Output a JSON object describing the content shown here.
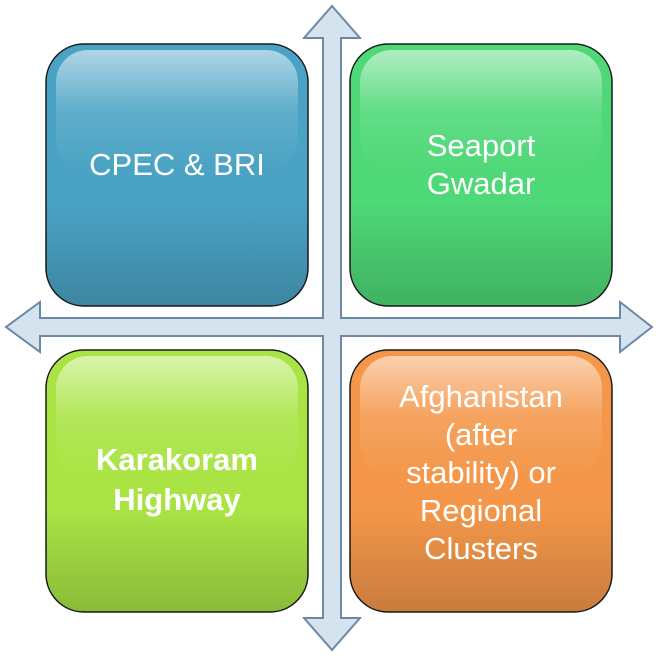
{
  "quadrants": {
    "top_left": {
      "lines": [
        "CPEC & BRI"
      ],
      "color": "#4aa3c4",
      "bold": false
    },
    "top_right": {
      "lines": [
        "Seaport",
        "Gwadar"
      ],
      "color": "#4ed877",
      "bold": false
    },
    "bottom_left": {
      "lines": [
        "Karakoram",
        "Highway"
      ],
      "color": "#a9e444",
      "bold": true
    },
    "bottom_right": {
      "lines": [
        "Afghanistan",
        "(after",
        "stability) or",
        "Regional",
        "Clusters"
      ],
      "color": "#f4974a",
      "bold": false
    }
  },
  "colors": {
    "arrow_fill": "#d5e3ef",
    "arrow_stroke": "#6b88a6",
    "box_stroke": "#1a1a1a"
  }
}
